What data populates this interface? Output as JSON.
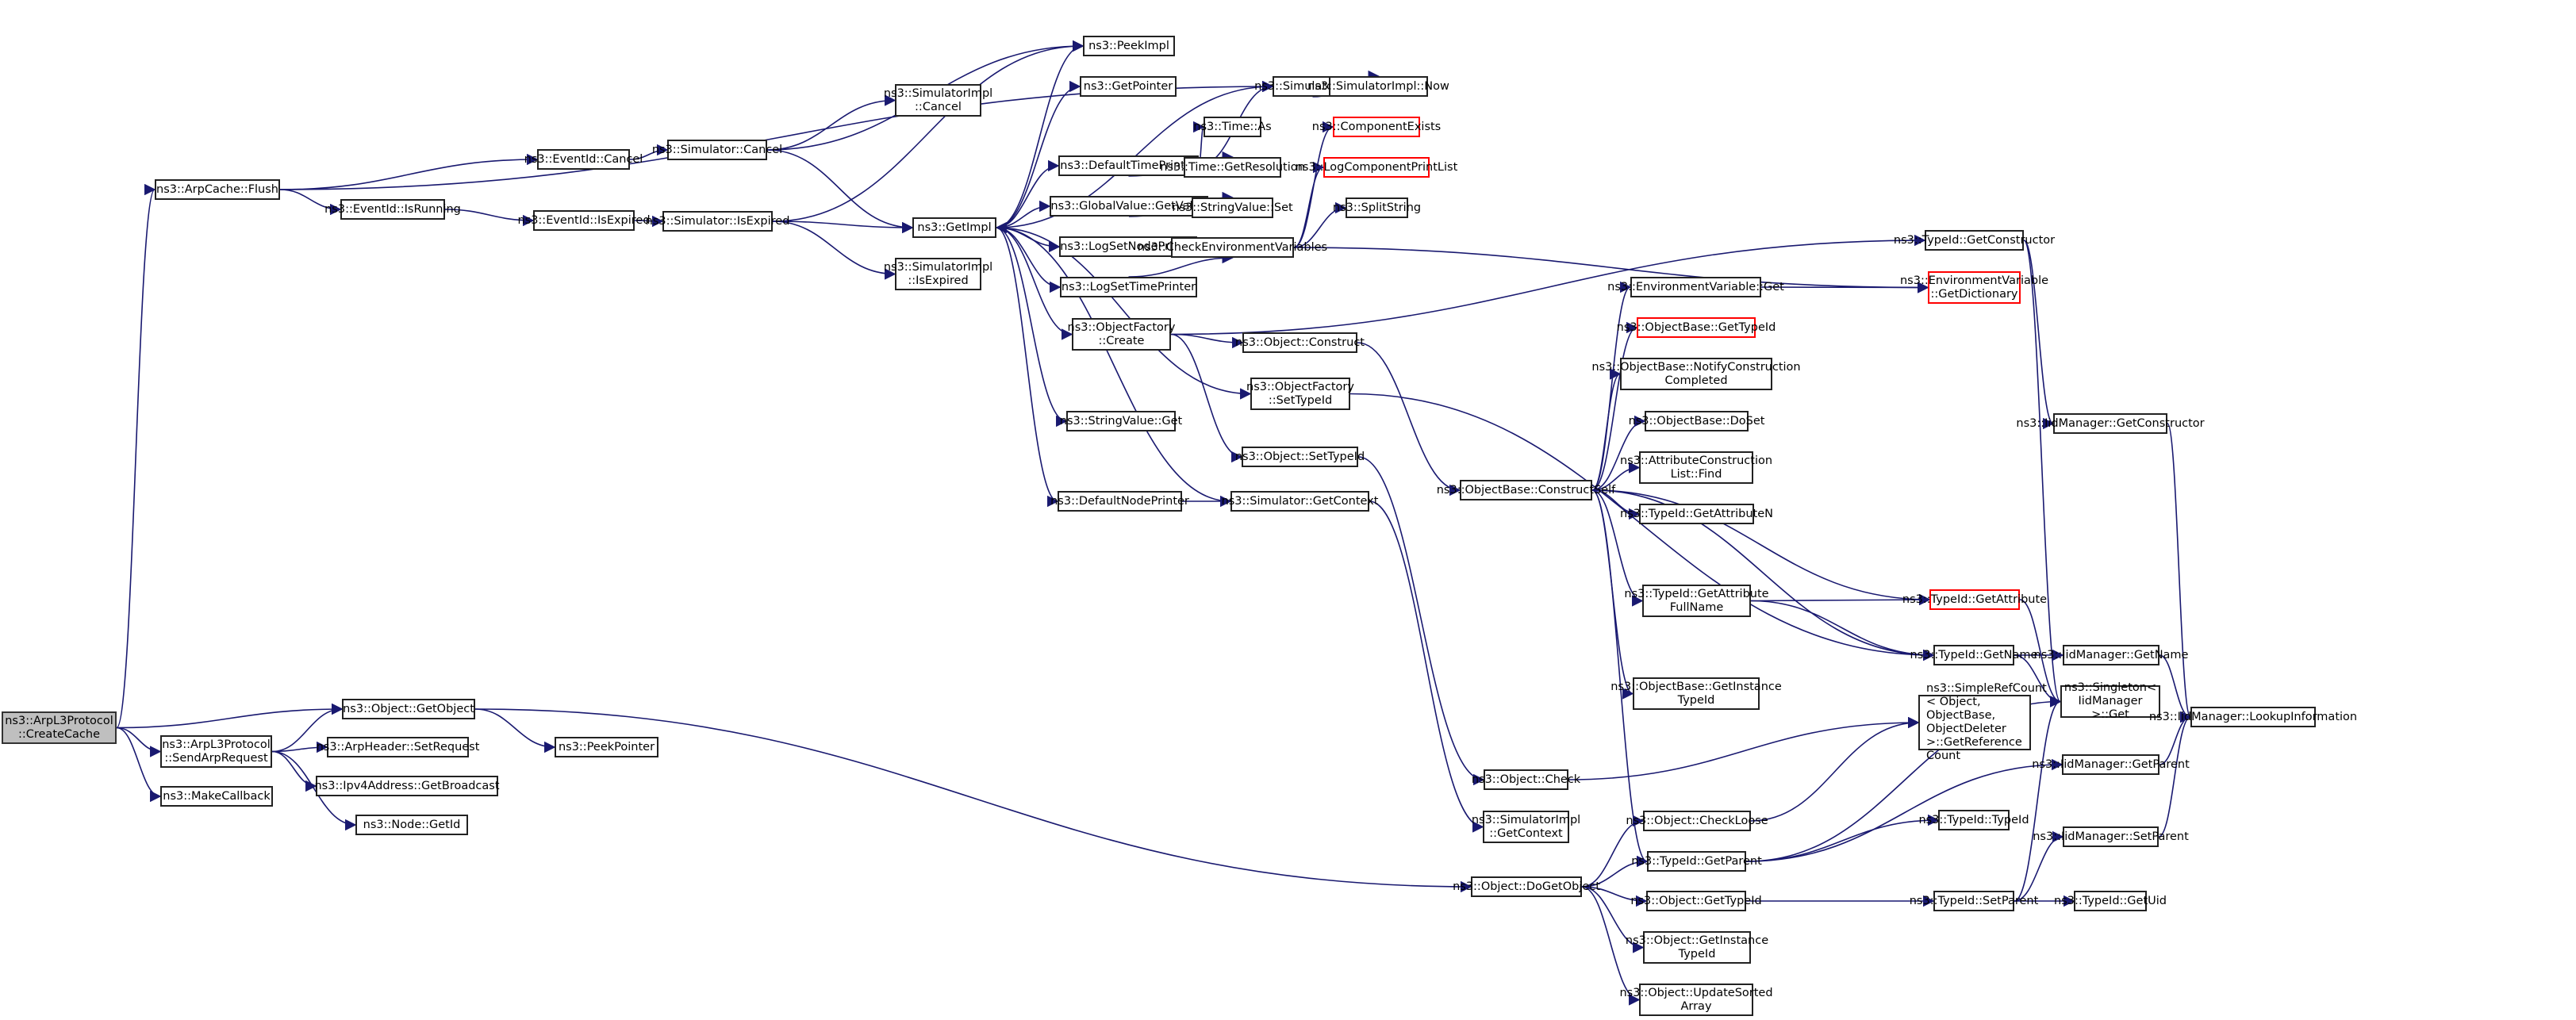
{
  "diagram": {
    "type": "call-graph",
    "edge_color": "#191970",
    "node_border_color": "#222222",
    "missing_node_border_color": "#ff0000",
    "root_fill_color": "#bfbfbf",
    "nodes": [
      {
        "id": "createcache",
        "label": "ns3::ArpL3Protocol\n::CreateCache",
        "root": true
      },
      {
        "id": "flush",
        "label": "ns3::ArpCache::Flush"
      },
      {
        "id": "sendarp",
        "label": "ns3::ArpL3Protocol\n::SendArpRequest"
      },
      {
        "id": "makecallback",
        "label": "ns3::MakeCallback"
      },
      {
        "id": "getobject",
        "label": "ns3::Object::GetObject"
      },
      {
        "id": "setrequest",
        "label": "ns3::ArpHeader::SetRequest"
      },
      {
        "id": "getbroadcast",
        "label": "ns3::Ipv4Address::GetBroadcast"
      },
      {
        "id": "nodegetid",
        "label": "ns3::Node::GetId"
      },
      {
        "id": "peekpointer",
        "label": "ns3::PeekPointer"
      },
      {
        "id": "evcancel",
        "label": "ns3::EventId::Cancel"
      },
      {
        "id": "evisrunning",
        "label": "ns3::EventId::IsRunning"
      },
      {
        "id": "evisexpired",
        "label": "ns3::EventId::IsExpired"
      },
      {
        "id": "simcancel",
        "label": "ns3::Simulator::Cancel"
      },
      {
        "id": "simisexpired",
        "label": "ns3::Simulator::IsExpired"
      },
      {
        "id": "simimplcancel",
        "label": "ns3::SimulatorImpl\n::Cancel"
      },
      {
        "id": "simimplisexpired",
        "label": "ns3::SimulatorImpl\n::IsExpired"
      },
      {
        "id": "getimpl",
        "label": "ns3::GetImpl"
      },
      {
        "id": "peekimpl",
        "label": "ns3::PeekImpl"
      },
      {
        "id": "getpointer",
        "label": "ns3::GetPointer"
      },
      {
        "id": "deftimeprinter",
        "label": "ns3::DefaultTimePrinter"
      },
      {
        "id": "gvgetvalue",
        "label": "ns3::GlobalValue::GetValue"
      },
      {
        "id": "logsetnodeprinter",
        "label": "ns3::LogSetNodePrinter"
      },
      {
        "id": "logsettimeprinter",
        "label": "ns3::LogSetTimePrinter"
      },
      {
        "id": "ofcreate",
        "label": "ns3::ObjectFactory\n::Create"
      },
      {
        "id": "svget",
        "label": "ns3::StringValue::Get"
      },
      {
        "id": "defnodeprinter",
        "label": "ns3::DefaultNodePrinter"
      },
      {
        "id": "simnow",
        "label": "ns3::Simulator::Now"
      },
      {
        "id": "simimplnow",
        "label": "ns3::SimulatorImpl::Now"
      },
      {
        "id": "timeas",
        "label": "ns3::Time::As"
      },
      {
        "id": "timegetres",
        "label": "ns3::Time::GetResolution"
      },
      {
        "id": "svset",
        "label": "ns3::StringValue::Set"
      },
      {
        "id": "checkenv",
        "label": "ns3::CheckEnvironmentVariables"
      },
      {
        "id": "objconstruct",
        "label": "ns3::Object::Construct"
      },
      {
        "id": "ofsettypeid",
        "label": "ns3::ObjectFactory\n::SetTypeId"
      },
      {
        "id": "objsettypeid",
        "label": "ns3::Object::SetTypeId"
      },
      {
        "id": "simgetcontext",
        "label": "ns3::Simulator::GetContext"
      },
      {
        "id": "compexists",
        "label": "ns3::ComponentExists",
        "missing": true
      },
      {
        "id": "logcompprint",
        "label": "ns3::LogComponentPrintList",
        "missing": true
      },
      {
        "id": "splitstring",
        "label": "ns3::SplitString"
      },
      {
        "id": "constructself",
        "label": "ns3::ObjectBase::ConstructSelf"
      },
      {
        "id": "objcheck",
        "label": "ns3::Object::Check"
      },
      {
        "id": "simimplgetctx",
        "label": "ns3::SimulatorImpl\n::GetContext"
      },
      {
        "id": "dogetobject",
        "label": "ns3::Object::DoGetObject"
      },
      {
        "id": "envget",
        "label": "ns3::EnvironmentVariable::Get"
      },
      {
        "id": "obgettypeid",
        "label": "ns3::ObjectBase::GetTypeId",
        "missing": true
      },
      {
        "id": "notifyconst",
        "label": "ns3::ObjectBase::NotifyConstruction\nCompleted"
      },
      {
        "id": "doset",
        "label": "ns3::ObjectBase::DoSet"
      },
      {
        "id": "attrfind",
        "label": "ns3::AttributeConstruction\nList::Find"
      },
      {
        "id": "getattrn",
        "label": "ns3::TypeId::GetAttributeN"
      },
      {
        "id": "getattrfull",
        "label": "ns3::TypeId::GetAttribute\nFullName"
      },
      {
        "id": "obgetinst",
        "label": "ns3::ObjectBase::GetInstance\nTypeId"
      },
      {
        "id": "checkloose",
        "label": "ns3::Object::CheckLoose"
      },
      {
        "id": "tgetparent",
        "label": "ns3::TypeId::GetParent"
      },
      {
        "id": "objgettypeid",
        "label": "ns3::Object::GetTypeId"
      },
      {
        "id": "objgetinst",
        "label": "ns3::Object::GetInstance\nTypeId"
      },
      {
        "id": "updsorted",
        "label": "ns3::Object::UpdateSorted\nArray"
      },
      {
        "id": "tgetconstructor",
        "label": "ns3::TypeId::GetConstructor"
      },
      {
        "id": "envgetdict",
        "label": "ns3::EnvironmentVariable\n::GetDictionary",
        "missing": true
      },
      {
        "id": "tgetattribute",
        "label": "ns3::TypeId::GetAttribute",
        "missing": true
      },
      {
        "id": "tgetname",
        "label": "ns3::TypeId::GetName"
      },
      {
        "id": "refcount",
        "label": "ns3::SimpleRefCount\n< Object, ObjectBase,\n ObjectDeleter >::GetReference\nCount",
        "left": true
      },
      {
        "id": "ttypeid",
        "label": "ns3::TypeId::TypeId"
      },
      {
        "id": "tsetparent",
        "label": "ns3::TypeId::SetParent"
      },
      {
        "id": "iidgetconstructor",
        "label": "ns3::IidManager::GetConstructor"
      },
      {
        "id": "iidgetname",
        "label": "ns3::IidManager::GetName"
      },
      {
        "id": "singletonget",
        "label": "ns3::Singleton< IidManager\n >::Get"
      },
      {
        "id": "iidgetparent",
        "label": "ns3::IidManager::GetParent"
      },
      {
        "id": "iidsetparent",
        "label": "ns3::IidManager::SetParent"
      },
      {
        "id": "tgetuid",
        "label": "ns3::TypeId::GetUid"
      },
      {
        "id": "iidlookup",
        "label": "ns3::IidManager::LookupInformation"
      }
    ],
    "edges": [
      [
        "createcache",
        "flush"
      ],
      [
        "createcache",
        "getobject"
      ],
      [
        "createcache",
        "sendarp"
      ],
      [
        "createcache",
        "makecallback"
      ],
      [
        "flush",
        "evcancel"
      ],
      [
        "flush",
        "evisrunning"
      ],
      [
        "flush",
        "simnow"
      ],
      [
        "sendarp",
        "getobject"
      ],
      [
        "sendarp",
        "setrequest"
      ],
      [
        "sendarp",
        "getbroadcast"
      ],
      [
        "sendarp",
        "nodegetid"
      ],
      [
        "getobject",
        "peekpointer"
      ],
      [
        "getobject",
        "dogetobject"
      ],
      [
        "evcancel",
        "simcancel"
      ],
      [
        "evisrunning",
        "evisexpired"
      ],
      [
        "evisexpired",
        "simisexpired"
      ],
      [
        "simcancel",
        "simimplcancel"
      ],
      [
        "simcancel",
        "getimpl"
      ],
      [
        "simcancel",
        "peekimpl"
      ],
      [
        "simisexpired",
        "getimpl"
      ],
      [
        "simisexpired",
        "simimplisexpired"
      ],
      [
        "simisexpired",
        "peekimpl"
      ],
      [
        "getimpl",
        "peekimpl"
      ],
      [
        "getimpl",
        "getpointer"
      ],
      [
        "getimpl",
        "simnow"
      ],
      [
        "getimpl",
        "deftimeprinter"
      ],
      [
        "getimpl",
        "gvgetvalue"
      ],
      [
        "getimpl",
        "logsetnodeprinter"
      ],
      [
        "getimpl",
        "logsettimeprinter"
      ],
      [
        "getimpl",
        "ofcreate"
      ],
      [
        "getimpl",
        "ofsettypeid"
      ],
      [
        "getimpl",
        "svget"
      ],
      [
        "getimpl",
        "defnodeprinter"
      ],
      [
        "deftimeprinter",
        "simnow"
      ],
      [
        "deftimeprinter",
        "timeas"
      ],
      [
        "deftimeprinter",
        "timegetres"
      ],
      [
        "simnow",
        "simimplnow"
      ],
      [
        "gvgetvalue",
        "svset"
      ],
      [
        "logsettimeprinter",
        "checkenv"
      ],
      [
        "checkenv",
        "compexists"
      ],
      [
        "checkenv",
        "logcompprint"
      ],
      [
        "checkenv",
        "splitstring"
      ],
      [
        "checkenv",
        "envgetdict"
      ],
      [
        "ofcreate",
        "objconstruct"
      ],
      [
        "ofcreate",
        "objsettypeid"
      ],
      [
        "ofcreate",
        "tgetconstructor"
      ],
      [
        "defnodeprinter",
        "simgetcontext"
      ],
      [
        "simgetcontext",
        "getimpl"
      ],
      [
        "simgetcontext",
        "simimplgetctx"
      ],
      [
        "objconstruct",
        "constructself"
      ],
      [
        "objsettypeid",
        "objcheck"
      ],
      [
        "ofsettypeid",
        "tgetname"
      ],
      [
        "constructself",
        "envget"
      ],
      [
        "constructself",
        "obgettypeid"
      ],
      [
        "constructself",
        "notifyconst"
      ],
      [
        "constructself",
        "doset"
      ],
      [
        "constructself",
        "attrfind"
      ],
      [
        "constructself",
        "getattrn"
      ],
      [
        "constructself",
        "getattrfull"
      ],
      [
        "constructself",
        "tgetattribute"
      ],
      [
        "constructself",
        "tgetname"
      ],
      [
        "constructself",
        "obgetinst"
      ],
      [
        "constructself",
        "tgetparent"
      ],
      [
        "envget",
        "envgetdict"
      ],
      [
        "getattrfull",
        "tgetattribute"
      ],
      [
        "getattrfull",
        "tgetname"
      ],
      [
        "tgetattribute",
        "singletonget"
      ],
      [
        "objcheck",
        "refcount"
      ],
      [
        "dogetobject",
        "checkloose"
      ],
      [
        "dogetobject",
        "tgetparent"
      ],
      [
        "dogetobject",
        "objgettypeid"
      ],
      [
        "dogetobject",
        "objgetinst"
      ],
      [
        "dogetobject",
        "updsorted"
      ],
      [
        "checkloose",
        "refcount"
      ],
      [
        "tgetparent",
        "ttypeid"
      ],
      [
        "tgetparent",
        "singletonget"
      ],
      [
        "tgetparent",
        "iidgetparent"
      ],
      [
        "objgettypeid",
        "tsetparent"
      ],
      [
        "tsetparent",
        "singletonget"
      ],
      [
        "tsetparent",
        "iidsetparent"
      ],
      [
        "tsetparent",
        "tgetuid"
      ],
      [
        "tgetconstructor",
        "iidgetconstructor"
      ],
      [
        "tgetconstructor",
        "singletonget"
      ],
      [
        "tgetname",
        "iidgetname"
      ],
      [
        "tgetname",
        "singletonget"
      ],
      [
        "iidgetconstructor",
        "iidlookup"
      ],
      [
        "iidgetname",
        "iidlookup"
      ],
      [
        "iidgetparent",
        "iidlookup"
      ],
      [
        "iidsetparent",
        "iidlookup"
      ]
    ]
  }
}
